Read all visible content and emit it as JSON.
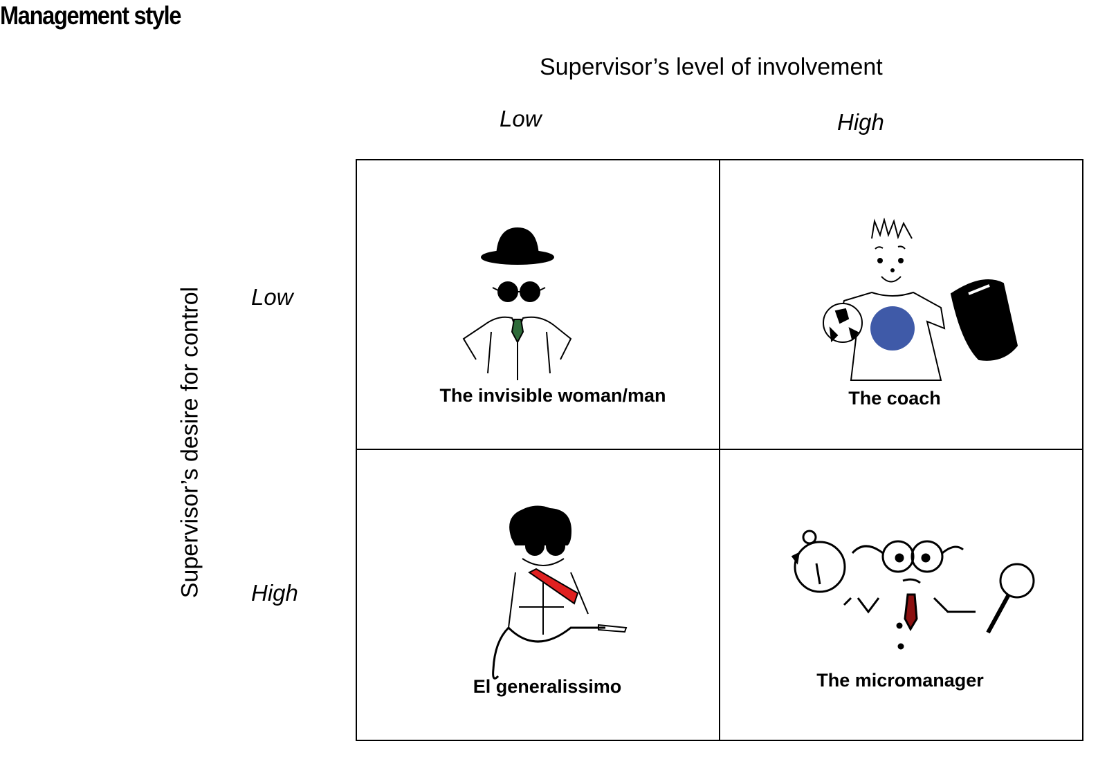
{
  "title": "Management style",
  "x_axis": {
    "label": "Supervisor’s level of involvement",
    "levels": [
      "Low",
      "High"
    ]
  },
  "y_axis": {
    "label": "Supervisor’s desire for control",
    "levels": [
      "Low",
      "High"
    ]
  },
  "quadrants": [
    {
      "label": "The invisible woman/man",
      "icon": "bowler-hat-figure-icon",
      "accent": "#2e6b3a"
    },
    {
      "label": "The coach",
      "icon": "coach-with-ball-and-clipboard-icon",
      "accent": "#3f5aa8"
    },
    {
      "label": "El generalissimo",
      "icon": "general-with-sash-and-whip-icon",
      "accent": "#e02020"
    },
    {
      "label": "The micromanager",
      "icon": "micromanager-with-stopwatch-and-magnifier-icon",
      "accent": "#8b1010"
    }
  ]
}
